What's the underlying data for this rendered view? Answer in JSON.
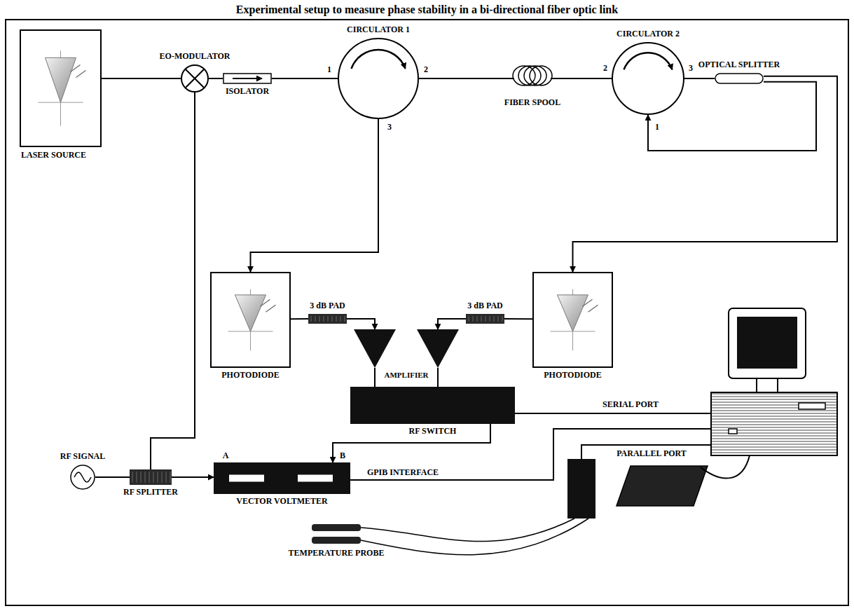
{
  "diagram": {
    "title": "Experimental setup to measure phase stability in a bi-directional fiber optic link",
    "nodes": [
      {
        "text": [
          "LASER SOURCE"
        ]
      },
      {
        "text": [
          "EO-MODULATOR"
        ]
      },
      {
        "text": [
          "ISOLATOR"
        ]
      },
      {
        "text": [
          "CIRCULATOR 1"
        ]
      },
      {
        "text": [
          "FIBER SPOOL"
        ]
      },
      {
        "text": [
          "CIRCULATOR 2"
        ]
      },
      {
        "text": [
          "OPTICAL SPLITTER"
        ]
      },
      {
        "text": [
          "PHOTODIODE"
        ]
      },
      {
        "text": [
          "3 dB PAD"
        ]
      },
      {
        "text": [
          "AMPLIFIER"
        ]
      },
      {
        "text": [
          "3 dB PAD"
        ]
      },
      {
        "text": [
          "PHOTODIODE"
        ]
      },
      {
        "text": [
          "RF SWITCH"
        ]
      },
      {
        "text": [
          "RF SIGNAL"
        ]
      },
      {
        "text": [
          "RF SPLITTER"
        ]
      },
      {
        "text": [
          "VECTOR VOLTMETER"
        ]
      },
      {
        "text": [
          "TEMPERATURE PROBE"
        ]
      }
    ],
    "edges": [
      {
        "from": 0,
        "to": 1,
        "arrow": "none"
      },
      {
        "from": 1,
        "to": 2,
        "arrow": "none"
      },
      {
        "from": 2,
        "to": 3,
        "arrow": "none"
      },
      {
        "from": 3,
        "to": 4,
        "arrow": "none"
      },
      {
        "from": 4,
        "to": 5,
        "arrow": "none"
      },
      {
        "from": 5,
        "to": 6,
        "arrow": "none"
      },
      {
        "from": 6,
        "to": 5,
        "arrow": "to"
      },
      {
        "from": 3,
        "to": 7,
        "arrow": "to"
      },
      {
        "from": 6,
        "to": 11,
        "arrow": "to"
      },
      {
        "from": 7,
        "to": 8,
        "arrow": "none"
      },
      {
        "from": 8,
        "to": 9,
        "arrow": "to"
      },
      {
        "from": 11,
        "to": 10,
        "arrow": "none"
      },
      {
        "from": 10,
        "to": 9,
        "arrow": "to"
      },
      {
        "from": 9,
        "to": 12,
        "arrow": "none"
      },
      {
        "from": 12,
        "to": 15,
        "arrow": "to"
      },
      {
        "from": 13,
        "to": 14,
        "arrow": "none"
      },
      {
        "from": 14,
        "to": 1,
        "arrow": "none"
      },
      {
        "from": 14,
        "to": 15,
        "arrow": "to"
      }
    ],
    "labels": [
      "1",
      "2",
      "3",
      "2",
      "3",
      "1",
      "A",
      "B",
      "SERIAL PORT",
      "GPIB INTERFACE",
      "PARALLEL PORT"
    ]
  }
}
